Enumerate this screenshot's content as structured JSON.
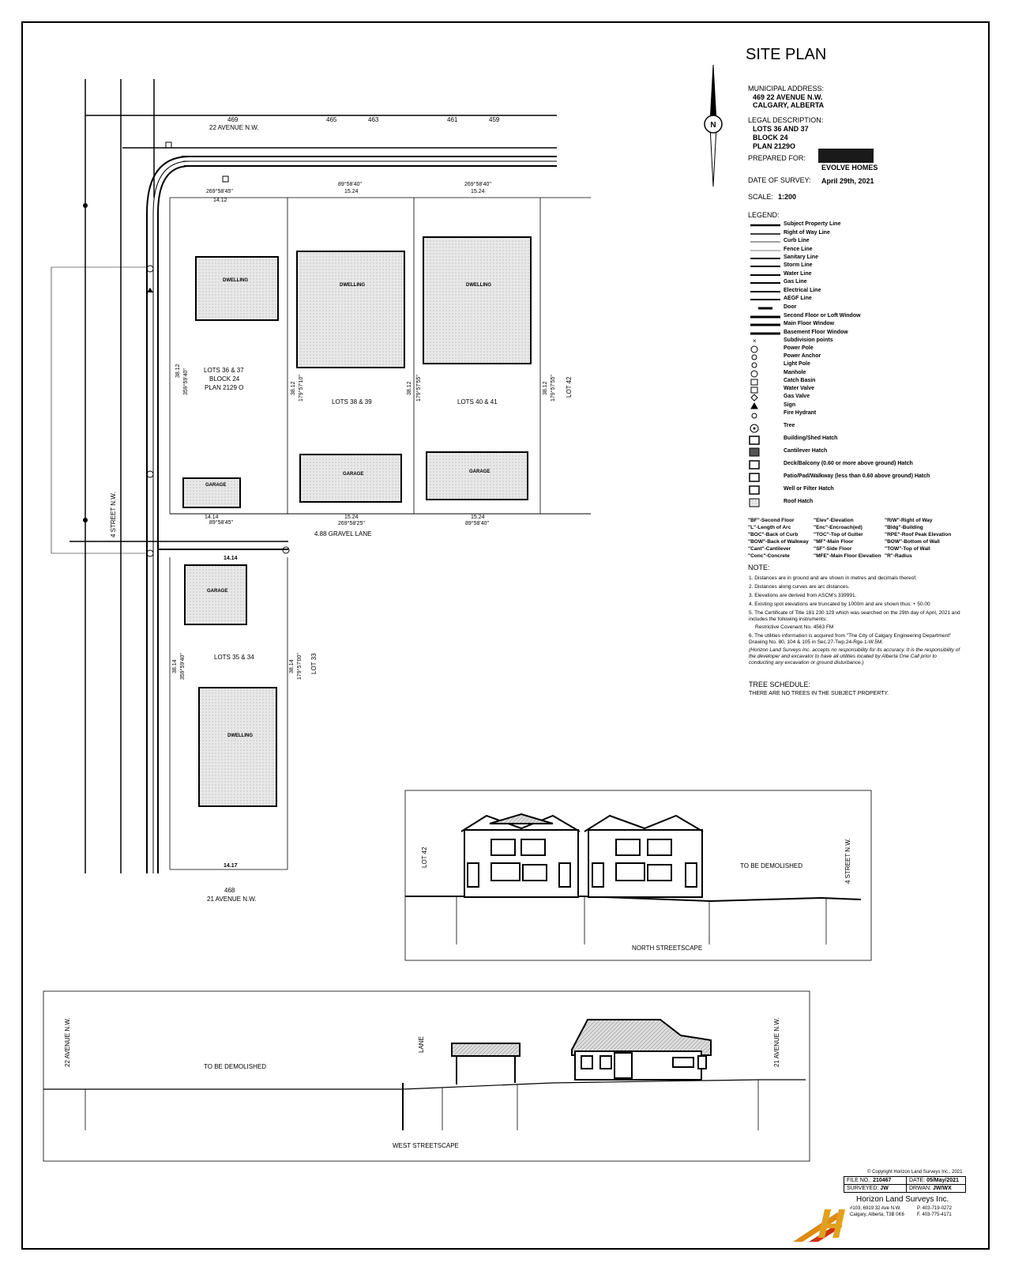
{
  "title": "SITE PLAN",
  "info": {
    "address_label": "MUNICIPAL ADDRESS:",
    "address_line1": "469 22 AVENUE N.W.",
    "address_line2": "CALGARY, ALBERTA",
    "legal_label": "LEGAL DESCRIPTION:",
    "legal_line1": "LOTS 36 AND 37",
    "legal_line2": "BLOCK 24",
    "legal_line3": "PLAN 2129O",
    "prepared_label": "PREPARED FOR:",
    "prepared_value": "EVOLVE HOMES",
    "survey_label": "DATE OF SURVEY:",
    "survey_value": "April 29th, 2021",
    "scale_label": "SCALE:",
    "scale_value": "1:200",
    "legend_label": "LEGEND:"
  },
  "legend": [
    "Subject Property Line",
    "Right of Way Line",
    "Curb Line",
    "Fence Line",
    "Sanitary Line",
    "Storm Line",
    "Water Line",
    "Gas Line",
    "Electrical Line",
    "AEGF Line",
    "Door",
    "Second Floor or Loft Window",
    "Main Floor Window",
    "Basement Floor Window",
    "Subdivision points",
    "Power Pole",
    "Power Anchor",
    "Light Pole",
    "Manhole",
    "Catch Basin",
    "Water Valve",
    "Gas Valve",
    "Sign",
    "Fire Hydrant",
    "Tree",
    "Building/Shed Hatch",
    "Cantilever Hatch",
    "Deck/Balcony (0.60 or more above ground) Hatch",
    "Patio/Pad/Walkway (less than 0.60 above ground) Hatch",
    "Well or Filter Hatch",
    "Roof Hatch"
  ],
  "abbrev": [
    "\"BF\"-Second Floor",
    "\"Elev\"-Elevation",
    "\"R/W\"-Right of Way",
    "\"L\"-Length of Arc",
    "\"Enc\"-Encroach(ed)",
    "\"Bldg\"-Building",
    "\"BOC\"-Back of Curb",
    "\"TOC\"-Top of Gutter",
    "\"RPE\"-Roof Peak Elevation",
    "\"BOW\"-Back of Walkway",
    "\"MF\"-Main Floor",
    "\"BOW\"-Bottom of Wall",
    "\"Cant\"-Cantilever",
    "\"SF\"-Side Floor",
    "\"TOW\"-Top of Wall",
    "\"Conc\"-Concrete",
    "\"MFE\"-Main Floor Elevation",
    "\"R\"-Radius"
  ],
  "note_label": "NOTE:",
  "notes": [
    "1. Distances are in ground and are shown in metres and decimals thereof.",
    "2. Distances along curves are arc distances.",
    "3. Elevations are derived from ASCM's 339991.",
    "4. Existing spot elevations are truncated by 1000m and are shown thus: + 50.00",
    "5. The Certificate of Title 181 230 129 which was searched on the 29th day of April, 2021 and includes the following instruments:",
    "Restrictive Covenant No. 4563 FM",
    "6. The utilities information is acquired from \"The City of Calgary Engineering Department\" Drawing No. 80, 104 & 105 in Sec.27-Twp.24-Rge.1-W.5M.",
    "(Horizon Land Surveys Inc. accepts no responsibility for its accuracy. It is the responsibility of the developer and excavator to have all utilities located by Alberta One Call prior to conducting any excavation or ground disturbance.)"
  ],
  "tree_schedule_label": "TREE SCHEDULE:",
  "tree_schedule_text": "THERE ARE NO TREES IN THE SUBJECT PROPERTY.",
  "plan": {
    "ave22": "22 AVENUE N.W.",
    "ave21": "21 AVENUE N.W.",
    "st4": "4 STREET N.W.",
    "gravel_lane": "4.88 GRAVEL LANE",
    "lots_3637_l1": "LOTS 36 & 37",
    "lots_3637_l2": "BLOCK 24",
    "lots_3637_l3": "PLAN 2129 O",
    "lots_3839": "LOTS 38 & 39",
    "lots_4041": "LOTS 40 & 41",
    "lots_3534": "LOTS 35 & 34",
    "lot42": "LOT 42",
    "lot33": "LOT 33",
    "house469": "469",
    "house465": "465",
    "house463": "463",
    "house461": "461",
    "house459": "459",
    "house468": "468",
    "dim_1412": "14.12",
    "dim_1524a": "15.24",
    "dim_1524b": "15.24",
    "dim_1414": "14.14",
    "dim_1524c": "15.24",
    "dim_1524d": "15.24",
    "dim_1414b": "14.14",
    "dim_1417": "14.17",
    "dim_3812a": "38.12",
    "dim_3812b": "38.12",
    "dim_3812c": "38.12",
    "dim_3812d": "38.12",
    "dim_3814a": "38.14",
    "dim_3814b": "38.14",
    "brg_a": "269°58'45\"",
    "brg_b": "89°58'40\"",
    "brg_c": "269°58'40\"",
    "brg_d": "89°58'45\"",
    "brg_e": "269°58'25\"",
    "brg_f": "89°58'40\"",
    "brg_g": "359°59'40\"",
    "brg_h": "179°57'10\"",
    "brg_i": "179°57'55\"",
    "brg_j": "179°57'55\"",
    "brg_k": "359°59'40\"",
    "brg_l": "179°57'00\"",
    "dwelling": "DWELLING",
    "garage": "GARAGE"
  },
  "north_streetscape": {
    "label": "NORTH STREETSCAPE",
    "lot42": "LOT 42",
    "demolish": "TO BE DEMOLISHED",
    "street": "4 STREET N.W."
  },
  "west_streetscape": {
    "label": "WEST STREETSCAPE",
    "ave22": "22 AVENUE N.W.",
    "demolish": "TO BE DEMOLISHED",
    "lane": "LANE",
    "ave21": "21 AVENUE N.W."
  },
  "titleblock": {
    "copyright": "© Copyright Horizon Land Surveys Inc., 2021",
    "file_label": "FILE NO.:",
    "file_value": "210467",
    "date_label": "DATE:",
    "date_value": "05/May/2021",
    "surveyed_label": "SURVEYED:",
    "surveyed_value": "JW",
    "drawn_label": "DRWAN:",
    "drawn_value": "JW/WX",
    "company": "Horizon Land Surveys Inc.",
    "addr1": "#103, 6919 32 Ave N.W.",
    "addr2": "Calgary, Alberta, T3B 0K6",
    "phone": "P. 403-719-0272",
    "fax": "F. 403-775-4171"
  }
}
